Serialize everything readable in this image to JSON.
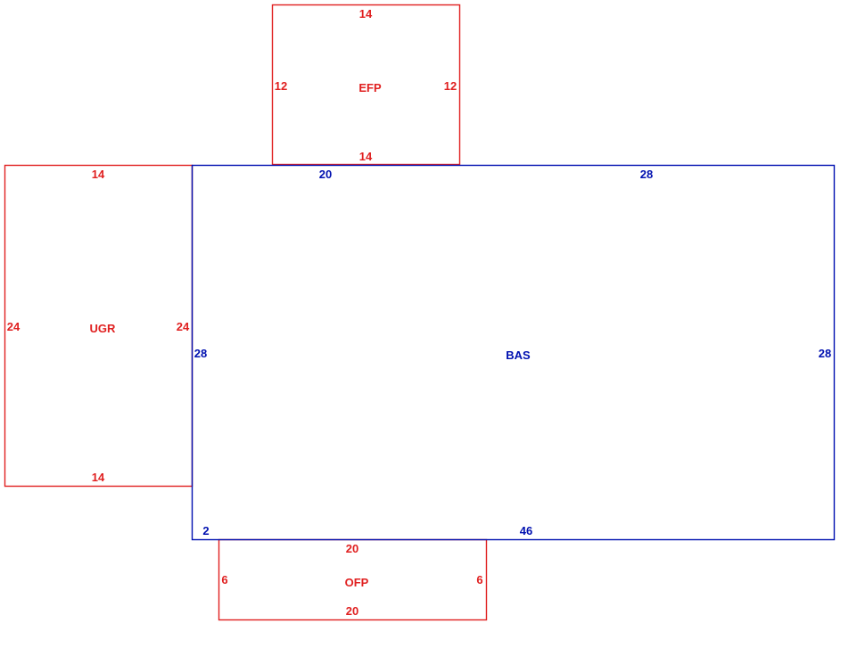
{
  "colors": {
    "red_outline": "#e02020",
    "blue_outline": "#0010b0"
  },
  "areas": {
    "efp": {
      "name": "EFP",
      "top": "14",
      "bottom": "14",
      "left": "12",
      "right": "12"
    },
    "ugr": {
      "name": "UGR",
      "top": "14",
      "bottom": "14",
      "left": "24",
      "right": "24"
    },
    "bas": {
      "name": "BAS",
      "top_left": "20",
      "top_right": "28",
      "left": "28",
      "right": "28",
      "bottom_left": "2",
      "bottom_right": "46"
    },
    "ofp": {
      "name": "OFP",
      "top": "20",
      "bottom": "20",
      "left": "6",
      "right": "6"
    }
  }
}
